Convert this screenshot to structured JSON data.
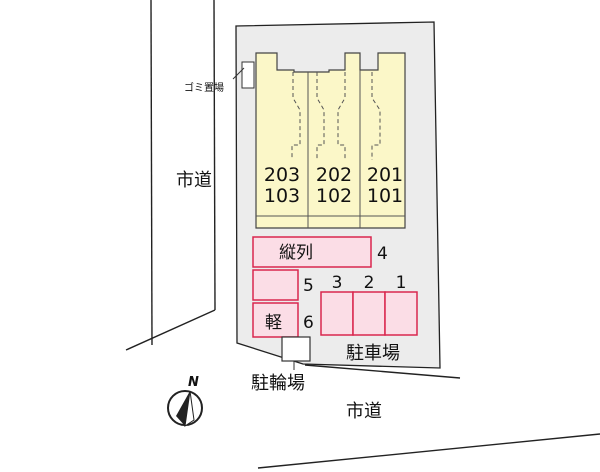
{
  "labels": {
    "road_left": "市道",
    "road_bottom": "市道",
    "garbage": "ゴミ置場",
    "bicycle": "駐輪場",
    "parking": "駐車場",
    "tandem": "縦列",
    "kei": "軽",
    "north": "N"
  },
  "units": [
    {
      "upper": "203",
      "lower": "103"
    },
    {
      "upper": "202",
      "lower": "102"
    },
    {
      "upper": "201",
      "lower": "101"
    }
  ],
  "parking_numbers": {
    "p1": "1",
    "p2": "2",
    "p3": "3",
    "p4": "4",
    "p5": "5",
    "p6": "6"
  },
  "colors": {
    "site": "#ececec",
    "building": "#fbf7c8",
    "parking_fill": "#fbdde6",
    "parking_stroke": "#d9264e"
  }
}
